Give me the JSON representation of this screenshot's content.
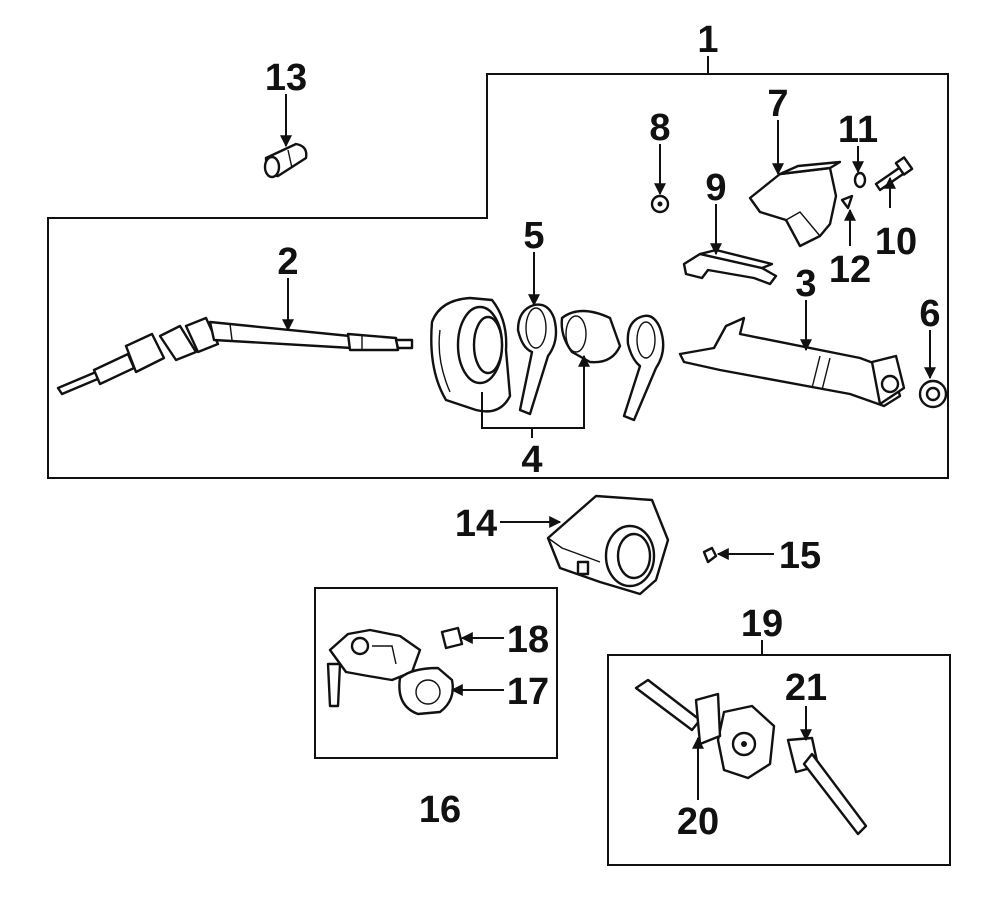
{
  "callouts": {
    "c1": "1",
    "c2": "2",
    "c3": "3",
    "c4": "4",
    "c5": "5",
    "c6": "6",
    "c7": "7",
    "c8": "8",
    "c9": "9",
    "c10": "10",
    "c11": "11",
    "c12": "12",
    "c13": "13",
    "c14": "14",
    "c15": "15",
    "c16": "16",
    "c17": "17",
    "c18": "18",
    "c19": "19",
    "c20": "20",
    "c21": "21"
  },
  "colors": {
    "line": "#111111",
    "background": "#ffffff",
    "part_fill": "#ffffff",
    "shade": "#d8d8d8"
  }
}
